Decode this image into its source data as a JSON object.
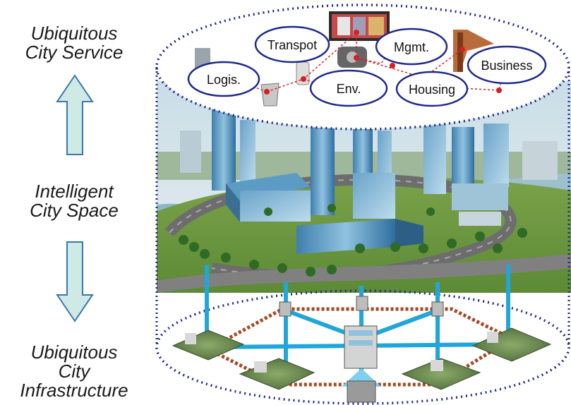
{
  "layers": {
    "service": {
      "line1": "Ubiquitous",
      "line2": "City Service"
    },
    "space": {
      "line1": "Intelligent",
      "line2": "City Space"
    },
    "infra": {
      "line1": "Ubiquitous",
      "line2": "City",
      "line3": "Infrastructure"
    }
  },
  "service_nodes": [
    "Logis.",
    "Transpot",
    "Env.",
    "Mgmt.",
    "Housing",
    "Business"
  ],
  "colors": {
    "arrow_fill": "#cfe9e4",
    "arrow_stroke": "#3b77b0",
    "ellipse_dash": "#1f2a8c",
    "link_red": "#d62020",
    "pipe_blue": "#22a6da",
    "ring_brown": "#a34a22"
  }
}
